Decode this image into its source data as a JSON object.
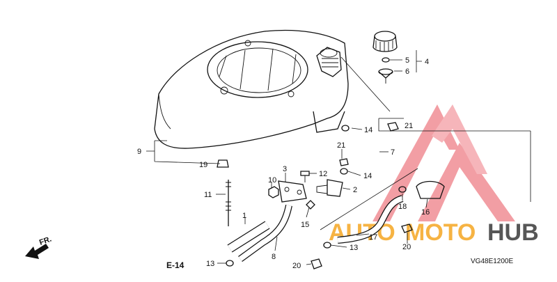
{
  "diagram": {
    "code": "VG48E1200E",
    "ref_label": "E-14",
    "direction_label": "FR.",
    "watermark": {
      "text_a": "AUTO",
      "text_b": "MOTO",
      "text_c": "HUB",
      "color_orange": "#f5a623",
      "color_dark": "#444444",
      "color_red": "#e8505b"
    },
    "part_numbers": [
      "1",
      "2",
      "3",
      "4",
      "5",
      "6",
      "7",
      "8",
      "9",
      "10",
      "11",
      "12",
      "13",
      "13",
      "14",
      "14",
      "15",
      "16",
      "17",
      "18",
      "19",
      "20",
      "20",
      "21",
      "21"
    ]
  }
}
